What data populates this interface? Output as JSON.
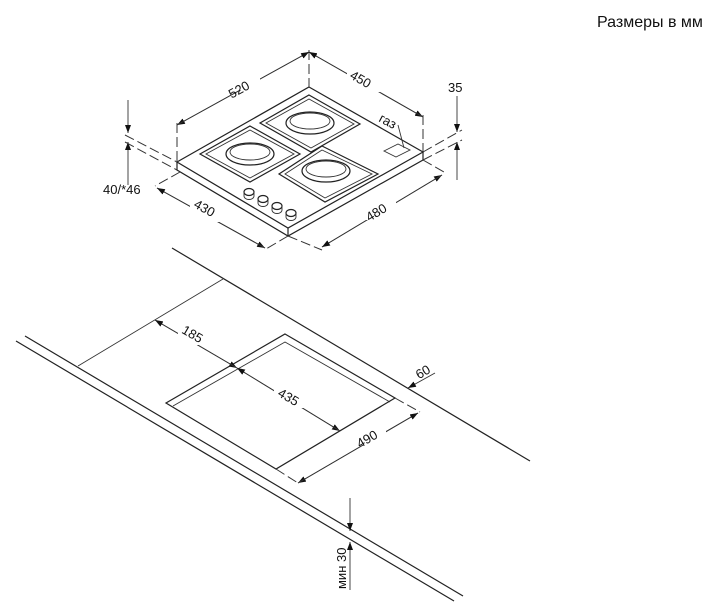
{
  "title": "Размеры в мм",
  "hob": {
    "width": "520",
    "depth": "450",
    "thickness": "35",
    "height": "40/*46",
    "base_width": "430",
    "base_depth": "480",
    "gas_label": "газ"
  },
  "cutout": {
    "offset_side": "185",
    "depth": "435",
    "width": "490",
    "offset_back": "60",
    "min_thickness": "мин 30"
  }
}
